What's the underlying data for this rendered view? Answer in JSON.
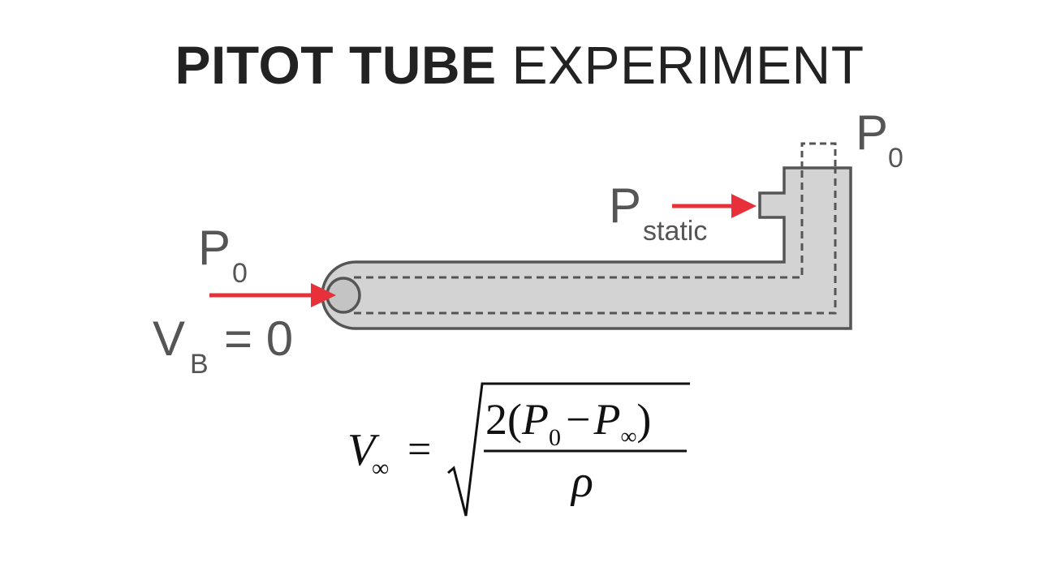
{
  "title": {
    "bold": "PITOT TUBE",
    "light": "EXPERIMENT"
  },
  "labels": {
    "p0_tip": {
      "main": "P",
      "sub": "0"
    },
    "vb": {
      "main": "V",
      "sub": "B",
      "rest": "= 0"
    },
    "p_static": {
      "main": "P",
      "sub": "static"
    },
    "p0_top": {
      "main": "P",
      "sub": "0"
    }
  },
  "formula": {
    "lhs_main": "V",
    "lhs_sub": "∞",
    "equals": "=",
    "num_coef": "2(",
    "num_p1": "P",
    "num_p1_sub": "0",
    "num_minus": "−",
    "num_p2": "P",
    "num_p2_sub": "∞",
    "num_close": ")",
    "denominator": "ρ"
  },
  "colors": {
    "tube_fill": "#d3d3d3",
    "tube_stroke": "#555555",
    "arrow": "#e8303a",
    "text": "#555555",
    "title": "#222222"
  }
}
